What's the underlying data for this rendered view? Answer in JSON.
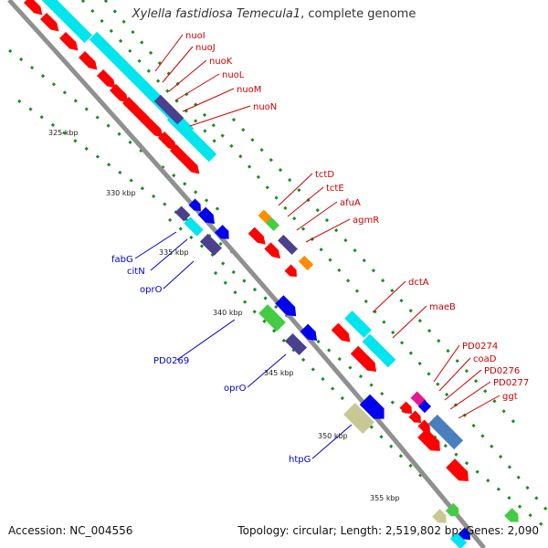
{
  "title": {
    "organism": "Xylella fastidiosa Temecula1",
    "suffix": ", complete genome"
  },
  "footer": {
    "accession": "Accession: NC_004556",
    "summary": "Topology: circular; Length: 2,519,802 bp; Genes: 2,090"
  },
  "ticks": [
    "325 kbp",
    "330 kbp",
    "335 kbp",
    "340 kbp",
    "345 kbp",
    "350 kbp",
    "355 kbp"
  ],
  "forward_labels": [
    "nuoI",
    "nuoJ",
    "nuoK",
    "nuoL",
    "nuoM",
    "nuoN",
    "tctD",
    "tctE",
    "afuA",
    "agmR",
    "dctA",
    "maeB",
    "PD0274",
    "coaD",
    "PD0276",
    "PD0277",
    "ggt"
  ],
  "reverse_labels": [
    "fabG",
    "citN",
    "oprO",
    "PD0269",
    "oprO",
    "htpG"
  ],
  "colors": {
    "forward_cds": "#ff0000",
    "forward_label": "#cc0000",
    "reverse_label": "#0000cc",
    "backbone": "#909090",
    "tick_dots": "#1a8c1a",
    "cyan": "#00e5ee",
    "blue": "#0000ee",
    "navy": "#4b3f8f",
    "green": "#44cc44",
    "khaki": "#c8c896",
    "steel": "#4a7fbf",
    "magenta": "#e8168c",
    "orange": "#ff8c00"
  }
}
